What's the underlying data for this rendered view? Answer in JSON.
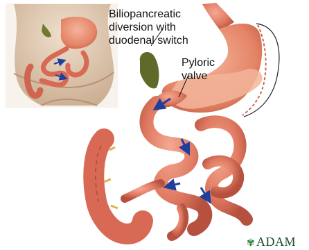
{
  "labels": {
    "title": [
      "Biliopancreatic",
      "diversion with",
      "duodenal switch"
    ],
    "pyloric": [
      "Pyloric",
      "valve"
    ]
  },
  "logo": {
    "text": "ADAM",
    "mark": "adam-flower-icon"
  },
  "colors": {
    "skin": "#dcc3a6",
    "intestine": "#e07a62",
    "intestine_dark": "#b5513e",
    "stomach": "#e9896f",
    "arrow": "#1f3f9e",
    "gallbladder": "#5f6a2a",
    "colon": "#d86a55"
  }
}
